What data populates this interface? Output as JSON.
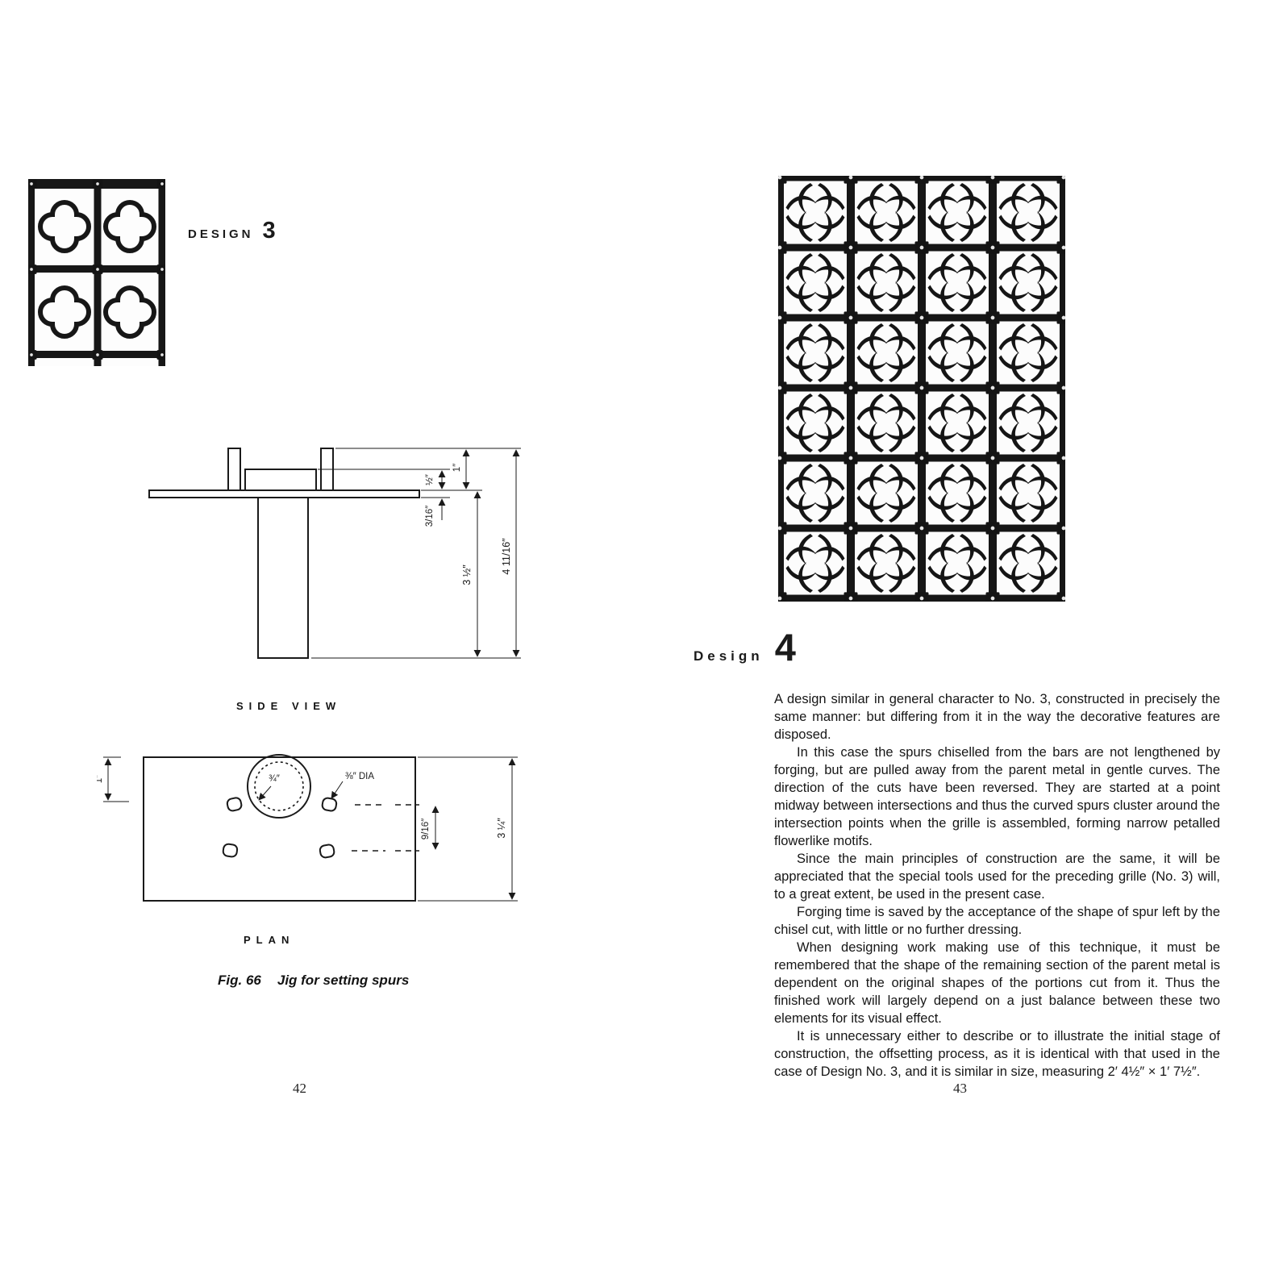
{
  "colors": {
    "ink": "#1a1a1a",
    "paper": "#ffffff"
  },
  "left_page": {
    "design_word": "DESIGN",
    "design_number": "3",
    "side_view_label": "SIDE VIEW",
    "plan_label": "PLAN",
    "figure_label": "Fig. 66",
    "figure_title": "Jig for setting spurs",
    "page_number": "42",
    "side_dims": {
      "half_inch": "½″",
      "one_inch": "1″",
      "three_sixteenth": "3/16″",
      "three_and_half": "3 ½″",
      "four_eleven_sixteenth": "4 11/16″"
    },
    "plan_dims": {
      "one_inch": "1″",
      "three_quarter": "¾″",
      "three_eighth_dia": "⅜″ DIA",
      "nine_sixteenth": "9/16″",
      "three_and_quarter": "3 ¼″"
    }
  },
  "right_page": {
    "design_word": "Design",
    "design_number": "4",
    "page_number": "43",
    "paragraphs": [
      "A design similar in general character to No. 3, constructed in precisely the same manner: but differing from it in the way the decorative features are disposed.",
      "In this case the spurs chiselled from the bars are not lengthened by forging, but are pulled away from the parent metal in gentle curves. The direction of the cuts have been reversed. They are started at a point midway between intersections and thus the curved spurs cluster around the intersection points when the grille is assembled, forming narrow petalled flowerlike motifs.",
      "Since the main principles of construction are the same, it will be appreciated that the special tools used for the preceding grille (No. 3) will, to a great extent, be used in the present case.",
      "Forging time is saved by the acceptance of the shape of spur left by the chisel cut, with little or no further dressing.",
      "When designing work making use of this technique, it must be remembered that the shape of the remaining section of the parent metal is dependent on the original shapes of the portions cut from it. Thus the finished work will largely depend on a just balance between these two elements for its visual effect.",
      "It is unnecessary either to describe or to illustrate the initial stage of construction, the offsetting process, as it is identical with that used in the case of Design No. 3, and it is similar in size, measuring 2′ 4½″ × 1′ 7½″."
    ]
  }
}
